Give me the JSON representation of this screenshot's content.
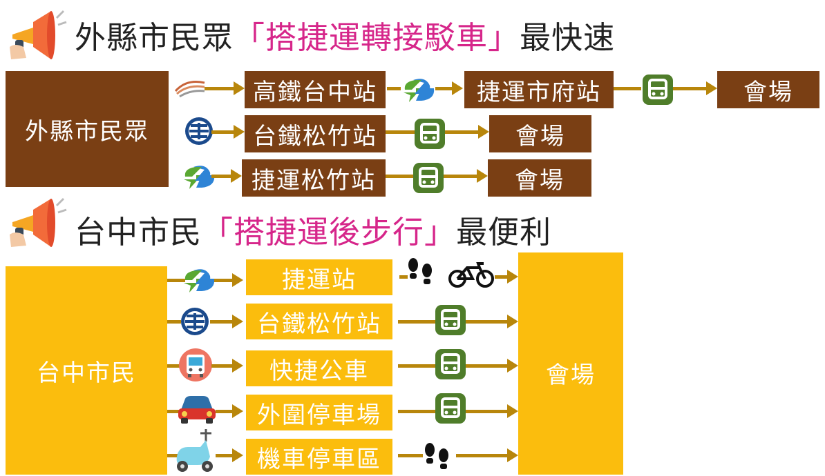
{
  "section1": {
    "headline_prefix": "外縣市民眾",
    "headline_open": "「",
    "headline_highlight": "搭捷運轉接駁車",
    "headline_close": "」",
    "headline_suffix": "最快速",
    "origin": "外縣市民眾",
    "row1": {
      "station": "高鐵台中站",
      "transfer": "捷運市府站",
      "destination": "會場"
    },
    "row2": {
      "station": "台鐵松竹站",
      "destination": "會場"
    },
    "row3": {
      "station": "捷運松竹站",
      "destination": "會場"
    }
  },
  "section2": {
    "headline_prefix": "台中市民",
    "headline_open": "「",
    "headline_highlight": "搭捷運後步行",
    "headline_close": "」",
    "headline_suffix": "最便利",
    "origin": "台中市民",
    "stops": [
      "捷運站",
      "台鐵松竹站",
      "快捷公車",
      "外圍停車場",
      "機車停車區"
    ],
    "destination": "會場"
  },
  "colors": {
    "brown": "#7a3f14",
    "gold": "#fbbd0d",
    "highlight": "#d6268a",
    "arrow": "#b8860b",
    "bus": "#4f7d2a"
  },
  "icons": [
    "megaphone-icon",
    "hsr-icon",
    "metro-icon",
    "tra-icon",
    "bus-icon",
    "city-bus-icon",
    "car-icon",
    "scooter-icon",
    "footprints-icon",
    "bicycle-icon"
  ]
}
